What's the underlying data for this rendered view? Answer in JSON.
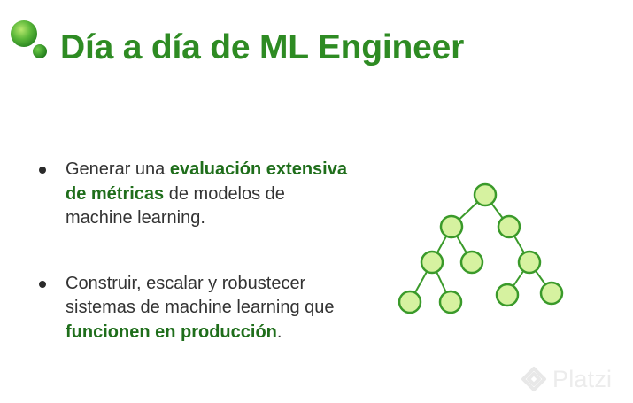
{
  "slide": {
    "title": "Día a día de ML Engineer",
    "bullets": [
      {
        "before": "Generar una ",
        "highlight": "evaluación extensiva de métricas",
        "after": " de modelos de machine learning."
      },
      {
        "before": "Construir, escalar y robustecer sistemas de machine learning que ",
        "highlight": "funcionen en producción",
        "after": "."
      }
    ],
    "tree_icon": "binary-tree-diagram-icon",
    "decoration_icon": "green-circles-icon"
  },
  "watermark": {
    "text": "Platzi",
    "icon": "platzi-logo-icon"
  },
  "colors": {
    "title": "#2e8b23",
    "highlight": "#1f6e1b",
    "body_text": "#333333",
    "node_fill": "#d6f2a0",
    "node_stroke": "#3a9a2a",
    "watermark": "#ececec"
  }
}
